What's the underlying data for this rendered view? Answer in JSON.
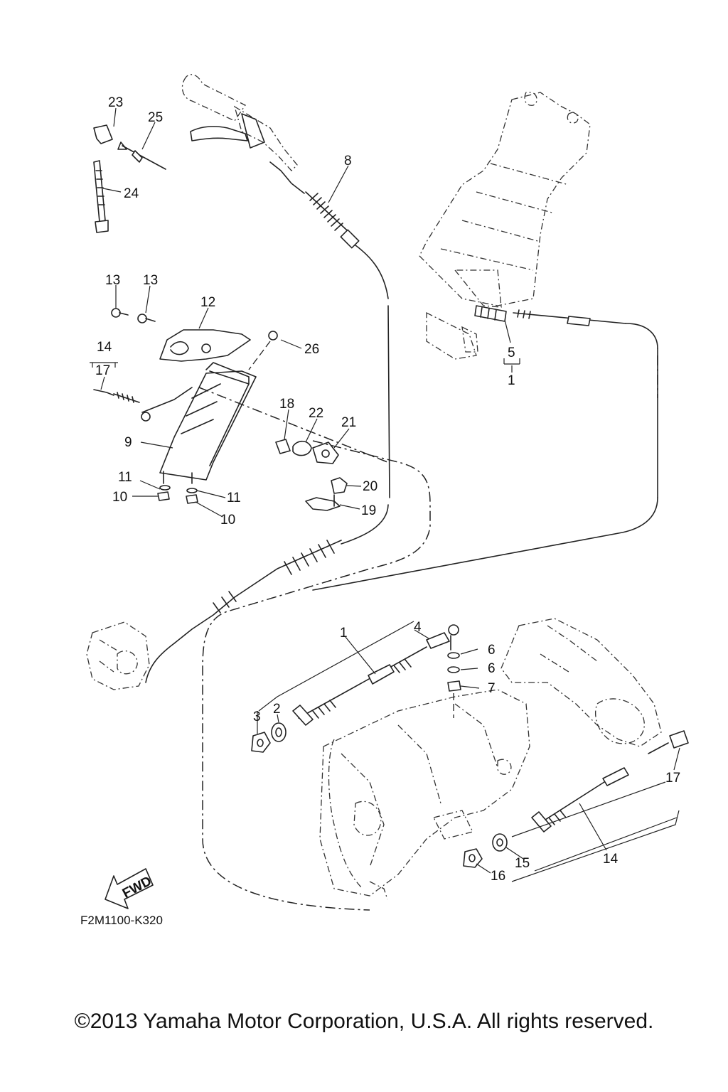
{
  "diagram_code": "F2M1100-K320",
  "fwd_label": "FWD",
  "copyright": "©2013 Yamaha Motor Corporation, U.S.A. All rights reserved.",
  "callouts": {
    "c1a": "1",
    "c1b": "1",
    "c2": "2",
    "c3": "3",
    "c4": "4",
    "c5": "5",
    "c6a": "6",
    "c6b": "6",
    "c7": "7",
    "c8": "8",
    "c9": "9",
    "c10a": "10",
    "c10b": "10",
    "c11a": "11",
    "c11b": "11",
    "c12": "12",
    "c13a": "13",
    "c13b": "13",
    "c14a": "14",
    "c14b": "14",
    "c15": "15",
    "c16": "16",
    "c17a": "17",
    "c17b": "17",
    "c18": "18",
    "c19": "19",
    "c20": "20",
    "c21": "21",
    "c22": "22",
    "c23": "23",
    "c24": "24",
    "c25": "25",
    "c26": "26"
  }
}
